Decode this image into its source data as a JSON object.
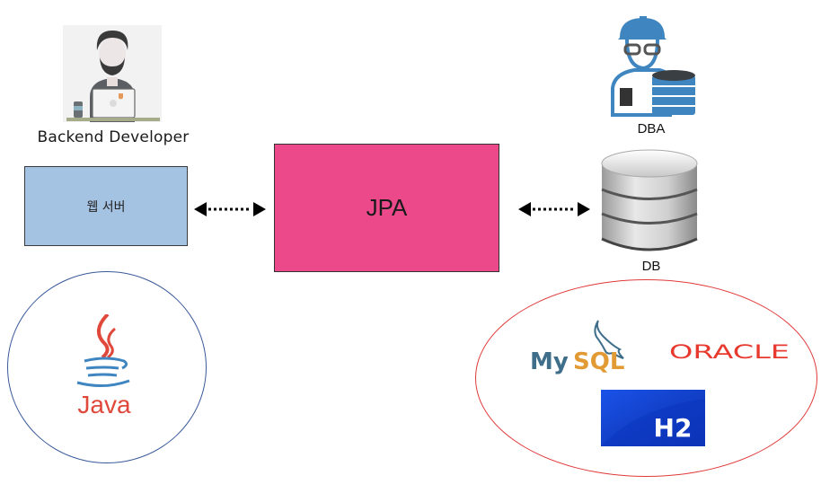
{
  "developer": {
    "label": "Backend Developer",
    "icon": "developer-with-laptop-icon"
  },
  "web_server": {
    "label": "웹 서버",
    "color": "#a4c2e2"
  },
  "jpa": {
    "label": "JPA",
    "color": "#ec498b"
  },
  "dba": {
    "label": "DBA",
    "icon": "dba-with-hardhat-icon",
    "accent": "#3f86c1"
  },
  "db": {
    "label": "DB",
    "icon": "database-cylinder-icon"
  },
  "arrows": [
    {
      "from": "웹 서버",
      "to": "JPA",
      "style": "dotted-bidirectional"
    },
    {
      "from": "JPA",
      "to": "DB",
      "style": "dotted-bidirectional"
    }
  ],
  "language_group": {
    "border_color": "#3a5a9a",
    "logos": [
      {
        "name": "Java",
        "label": "Java"
      }
    ]
  },
  "vendor_group": {
    "border_color": "#e03a3a",
    "logos": [
      {
        "name": "MySQL",
        "label_my": "My",
        "label_sql": "SQL"
      },
      {
        "name": "Oracle",
        "label": "ORACLE"
      },
      {
        "name": "H2",
        "label": "H2"
      }
    ]
  }
}
